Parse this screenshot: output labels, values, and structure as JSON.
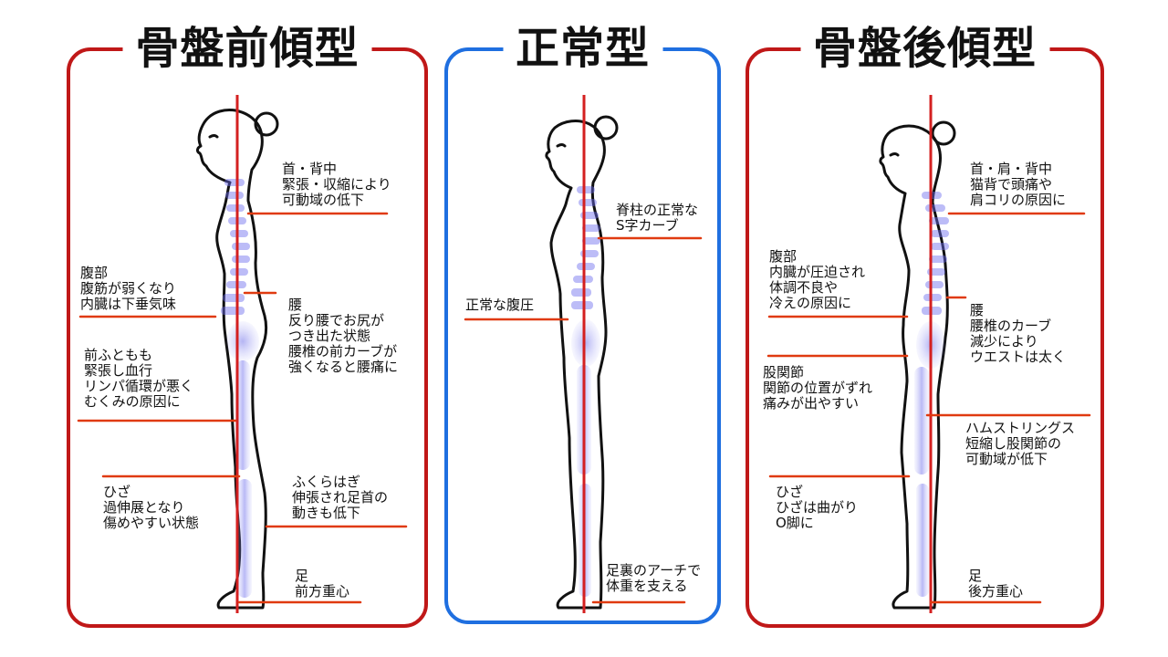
{
  "colors": {
    "frame_red": "#c01818",
    "frame_blue": "#1f6fe0",
    "guide_line": "#d42020",
    "callout_line": "#e03a10",
    "spine": "#5a5ae8"
  },
  "panels": [
    {
      "title": "骨盤前傾型",
      "labels": {
        "neck_back": "首・背中\n緊張・収縮により\n可動域の低下",
        "abdomen": "腹部\n腹筋が弱くなり\n内臓は下垂気味",
        "waist": "腰\n反り腰でお尻が\nつき出た状態\n腰椎の前カーブが\n強くなると腰痛に",
        "thigh": "前ふともも\n緊張し血行\nリンパ循環が悪く\nむくみの原因に",
        "calf": "ふくらはぎ\n伸張され足首の\n動きも低下",
        "knee": "ひざ\n過伸展となり\n傷めやすい状態",
        "foot": "足\n前方重心"
      }
    },
    {
      "title": "正常型",
      "labels": {
        "spine": "脊柱の正常な\nS字カーブ",
        "abdomen": "正常な腹圧",
        "foot": "足裏のアーチで\n体重を支える"
      }
    },
    {
      "title": "骨盤後傾型",
      "labels": {
        "neck_shoulder_back": "首・肩・背中\n猫背で頭痛や\n肩コリの原因に",
        "abdomen": "腹部\n内臓が圧迫され\n体調不良や\n冷えの原因に",
        "waist": "腰\n腰椎のカーブ\n減少により\nウエストは太く",
        "hip": "股関節\n関節の位置がずれ\n痛みが出やすい",
        "hamstrings": "ハムストリングス\n短縮し股関節の\n可動域が低下",
        "knee": "ひざ\nひざは曲がり\nO脚に",
        "foot": "足\n後方重心"
      }
    }
  ]
}
